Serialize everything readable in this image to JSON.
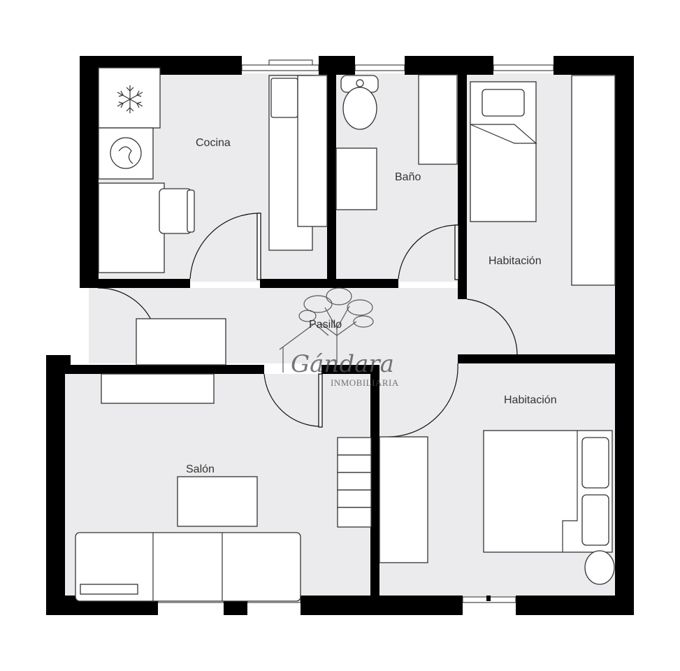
{
  "floor_plan": {
    "rooms": {
      "kitchen": "Cocina",
      "bathroom": "Baño",
      "bedroom_1": "Habitación",
      "bedroom_2": "Habitación",
      "hallway": "Pasillo",
      "living_room": "Salón"
    },
    "watermark": {
      "brand": "Gándara",
      "subtitle": "INMOBILIARIA"
    },
    "colors": {
      "wall": "#000000",
      "floor": "#ebebed",
      "furniture": "#ffffff",
      "outline": "#333333"
    }
  }
}
